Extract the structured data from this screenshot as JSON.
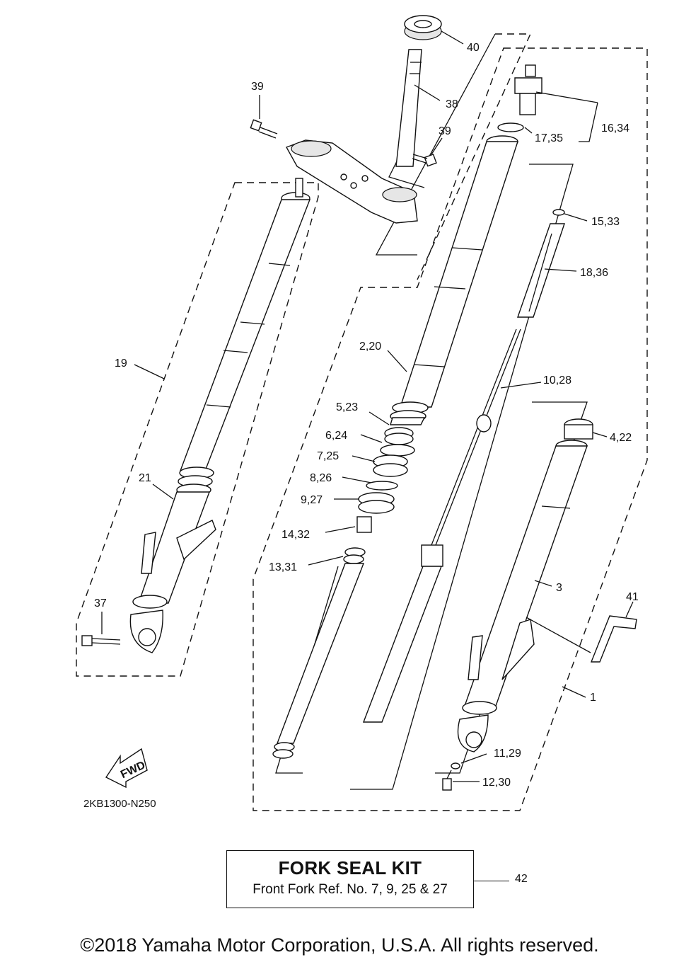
{
  "diagram": {
    "code": "2KB1300-N250",
    "fwd_label": "FWD",
    "callouts": {
      "c40": "40",
      "c39a": "39",
      "c38": "38",
      "c39b": "39",
      "c16": "16,34",
      "c17": "17,35",
      "c15": "15,33",
      "c18": "18,36",
      "c19": "19",
      "c2": "2,20",
      "c10": "10,28",
      "c5": "5,23",
      "c6": "6,24",
      "c4": "4,22",
      "c7": "7,25",
      "c8": "8,26",
      "c9": "9,27",
      "c21": "21",
      "c14": "14,32",
      "c13": "13,31",
      "c3": "3",
      "c41": "41",
      "c37": "37",
      "c1": "1",
      "c11": "11,29",
      "c12": "12,30"
    }
  },
  "kit": {
    "title": "FORK SEAL KIT",
    "description": "Front Fork Ref. No. 7, 9, 25 & 27",
    "ref": "42"
  },
  "copyright": "©2018 Yamaha Motor Corporation, U.S.A. All rights reserved."
}
